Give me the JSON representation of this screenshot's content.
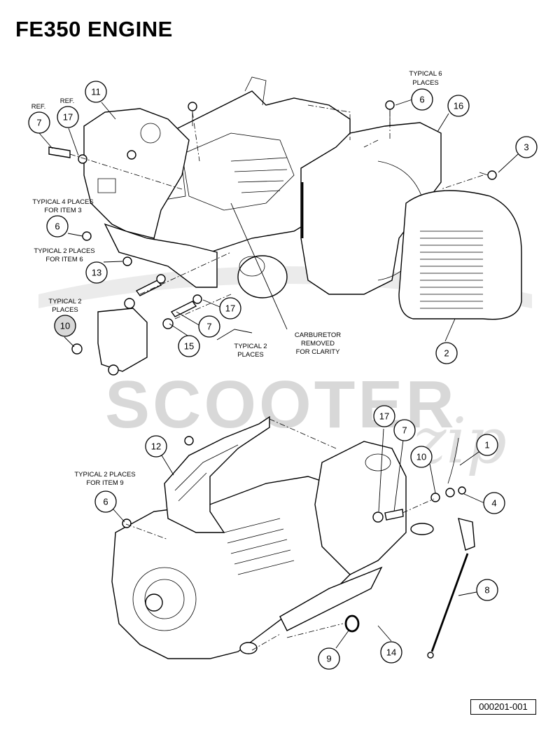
{
  "title": "FE350 ENGINE",
  "figure_id": "000201-001",
  "watermark": {
    "brand": "SCOOTER",
    "script": "zip"
  },
  "notes": {
    "ref_7": "REF.",
    "ref_17": "REF.",
    "typical_6_line1": "TYPICAL 6",
    "typical_6_line2": "PLACES",
    "typical_4_line1": "TYPICAL 4 PLACES",
    "typical_4_line2": "FOR ITEM 3",
    "typical_2_item6_line1": "TYPICAL 2 PLACES",
    "typical_2_item6_line2": "FOR ITEM 6",
    "typical_2_left_line1": "TYPICAL 2",
    "typical_2_left_line2": "PLACES",
    "typical_2_mid_line1": "TYPICAL 2",
    "typical_2_mid_line2": "PLACES",
    "carb_line1": "CARBURETOR",
    "carb_line2": "REMOVED",
    "carb_line3": "FOR CLARITY",
    "typical_2_item9_line1": "TYPICAL 2 PLACES",
    "typical_2_item9_line2": "FOR ITEM 9"
  },
  "callouts": {
    "c7_ref": "7",
    "c17_ref": "17",
    "c11": "11",
    "c6_top": "6",
    "c16": "16",
    "c3": "3",
    "c6_left": "6",
    "c13": "13",
    "c10_left": "10",
    "c17_mid": "17",
    "c7_mid": "7",
    "c15": "15",
    "c2": "2",
    "c12": "12",
    "c17_bottom": "17",
    "c7_bottom": "7",
    "c10_bottom": "10",
    "c1": "1",
    "c4": "4",
    "c6_bottom": "6",
    "c8": "8",
    "c9": "9",
    "c14": "14"
  }
}
